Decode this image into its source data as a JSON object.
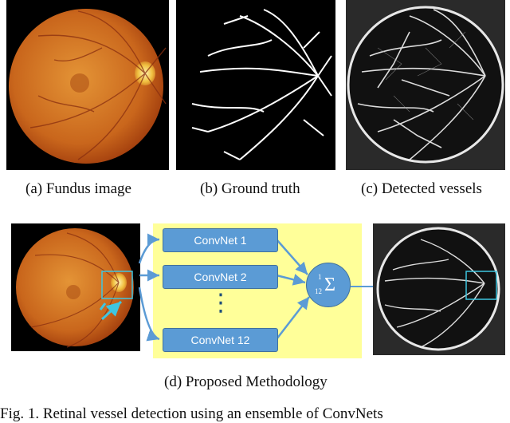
{
  "panels": {
    "a": {
      "caption": "(a)  Fundus image"
    },
    "b": {
      "caption": "(b)  Ground truth"
    },
    "c": {
      "caption": "(c)  Detected vessels"
    }
  },
  "methodology": {
    "convnets": [
      "ConvNet 1",
      "ConvNet 2",
      "ConvNet 12"
    ],
    "ellipsis": "⋮",
    "sum": {
      "numerator": "1",
      "denominator": "12",
      "symbol": "Σ"
    },
    "caption": "(d)  Proposed Methodology"
  },
  "figure_caption": "Fig. 1.  Retinal vessel detection using an ensemble of ConvNets",
  "colors": {
    "fundus_inner": "#e0902f",
    "fundus_outer": "#a2400e",
    "yellow_panel": "#ffff99",
    "box_blue": "#5b9bd5",
    "arrow_blue": "#5b9bd5",
    "highlight_cyan": "#3ec6e0"
  }
}
